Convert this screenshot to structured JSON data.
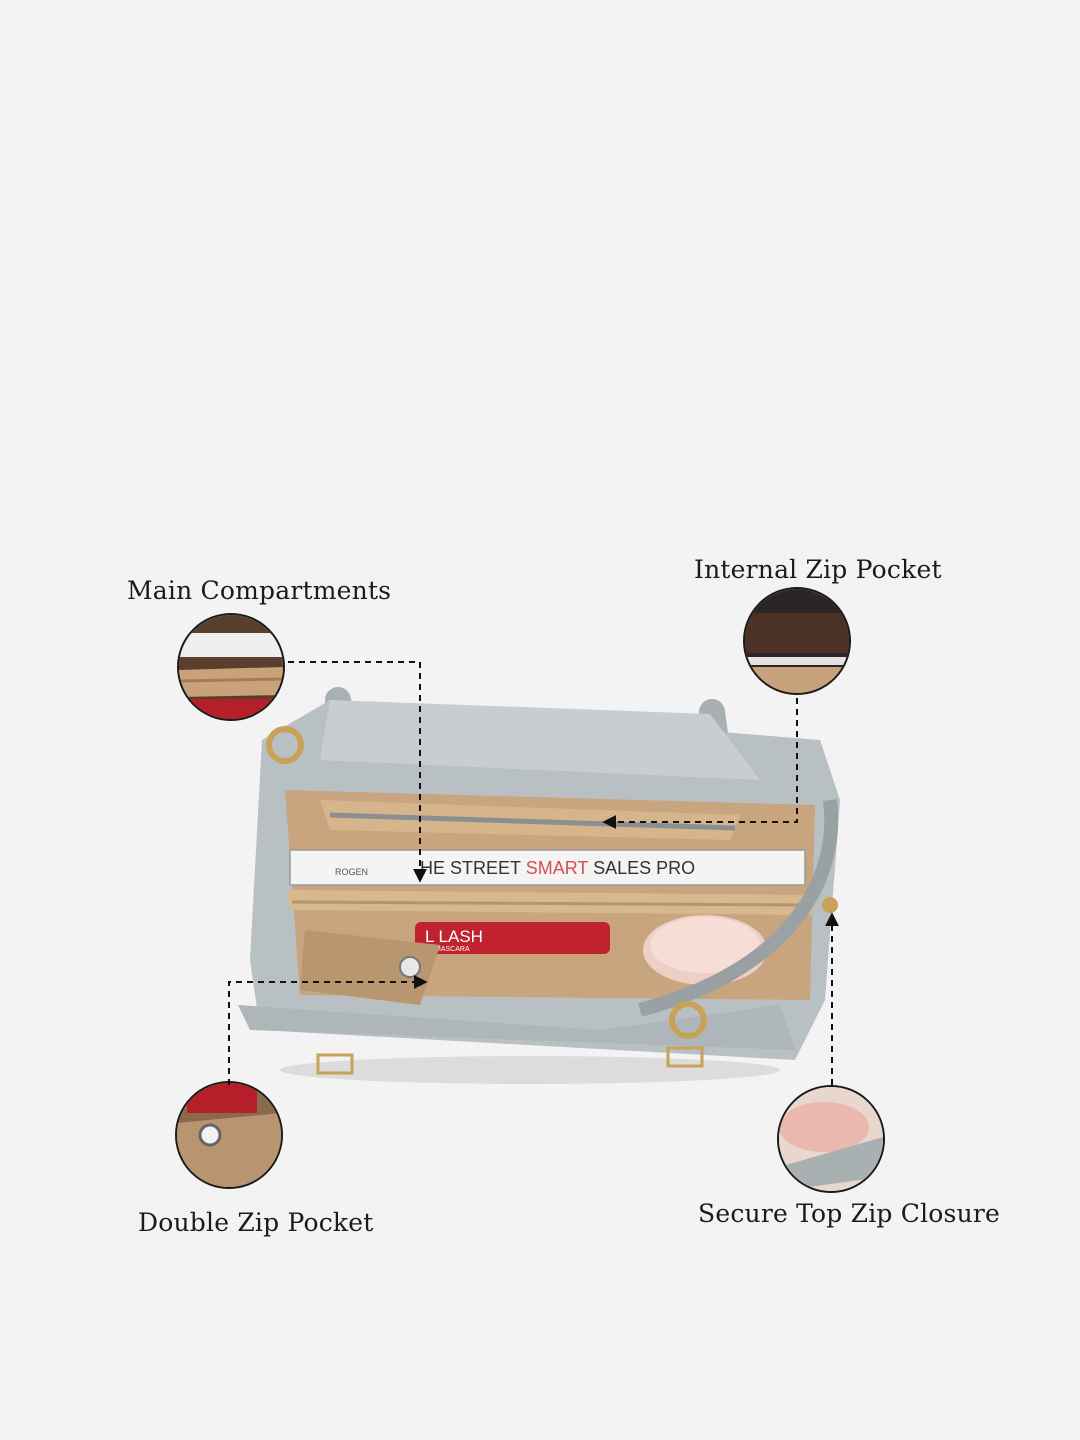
{
  "callouts": {
    "main_compartments": "Main Compartments",
    "internal_zip_pocket": "Internal Zip Pocket",
    "double_zip_pocket": "Double Zip Pocket",
    "secure_top_zip_closure": "Secure Top Zip Closure"
  },
  "product_photo": {
    "book_author": "ROGEN",
    "book_title_part1": "HE STREET ",
    "book_title_part2": "SMART",
    "book_title_part3": " SALES PRO",
    "mascara_text": "L LASH",
    "mascara_sub": "MASCARA"
  },
  "colors": {
    "background": "#f3f3f3",
    "bag_grey": "#b9c0c3",
    "lining_tan": "#c8a57e",
    "zip_tape": "#d8b88e",
    "hardware_gold": "#c9a25a",
    "label_text": "#1b1b1b"
  }
}
